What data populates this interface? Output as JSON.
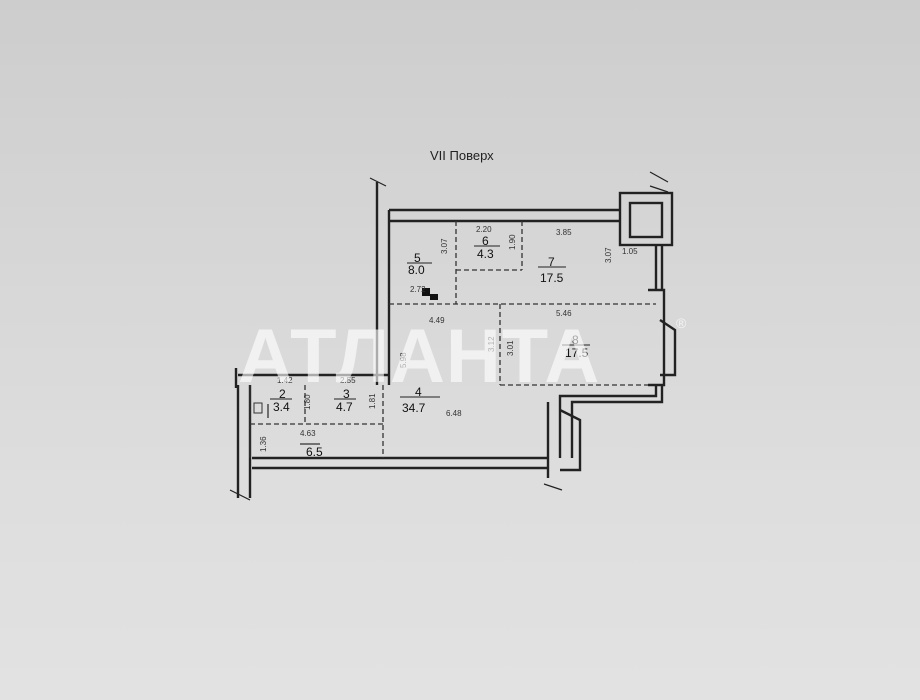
{
  "floor_label": "VII Поверх",
  "watermark": {
    "text": "АТЛАНТА",
    "mark": "®"
  },
  "rooms": [
    {
      "number": "2",
      "area": "3.4"
    },
    {
      "number": "3",
      "area": "4.7"
    },
    {
      "number": "4",
      "area": "34.7"
    },
    {
      "number": "5",
      "area": "8.0"
    },
    {
      "number": "6",
      "area": "4.3"
    },
    {
      "number": "7",
      "area": "17.5"
    },
    {
      "number": "8",
      "area": "17.5"
    },
    {
      "number": "",
      "area": "6.5"
    }
  ],
  "dimensions": [
    "2.20",
    "3.85",
    "3.07",
    "1.90",
    "3.07",
    "1.05",
    "2.72",
    "4.49",
    "5.46",
    "3.12",
    "3.01",
    "5.98",
    "6.48",
    "1.42",
    "2.55",
    "1.80",
    "1.81",
    "4.63",
    "1.36"
  ]
}
